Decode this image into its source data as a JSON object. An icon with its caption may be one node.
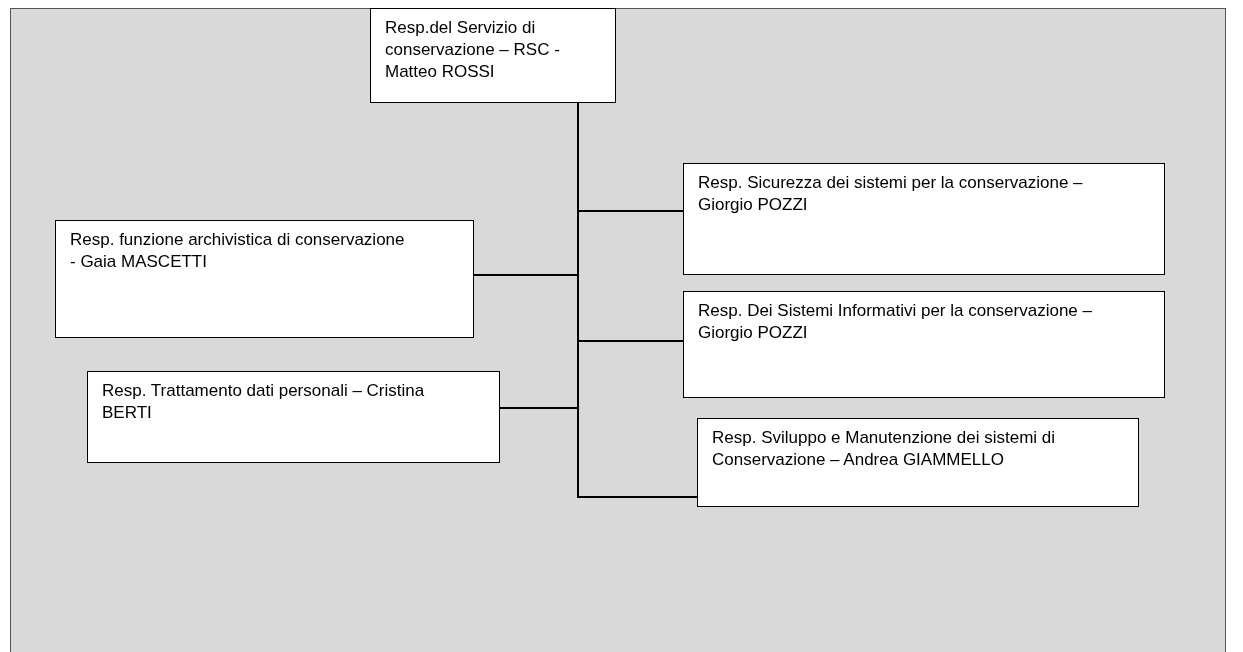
{
  "diagram": {
    "nodes": [
      {
        "text": [
          "Resp.del Servizio di conservazione – RSC - Matteo ROSSI"
        ]
      },
      {
        "text": [
          "Resp. funzione archivistica di conservazione - Gaia MASCETTI"
        ]
      },
      {
        "text": [
          "Resp. Trattamento dati personali – Cristina BERTI"
        ]
      },
      {
        "text": [
          "Resp. Sicurezza dei sistemi per la conservazione – Giorgio POZZI"
        ]
      },
      {
        "text": [
          "Resp. Dei Sistemi Informativi per la conservazione – Giorgio POZZI"
        ]
      },
      {
        "text": [
          "Resp. Sviluppo e Manutenzione dei sistemi di Conservazione – Andrea GIAMMELLO"
        ]
      }
    ],
    "edges": [
      {
        "from": 0,
        "to": 3,
        "arrow": "none"
      },
      {
        "from": 0,
        "to": 1,
        "arrow": "none"
      },
      {
        "from": 0,
        "to": 4,
        "arrow": "none"
      },
      {
        "from": 0,
        "to": 2,
        "arrow": "none"
      },
      {
        "from": 0,
        "to": 5,
        "arrow": "none"
      }
    ]
  }
}
